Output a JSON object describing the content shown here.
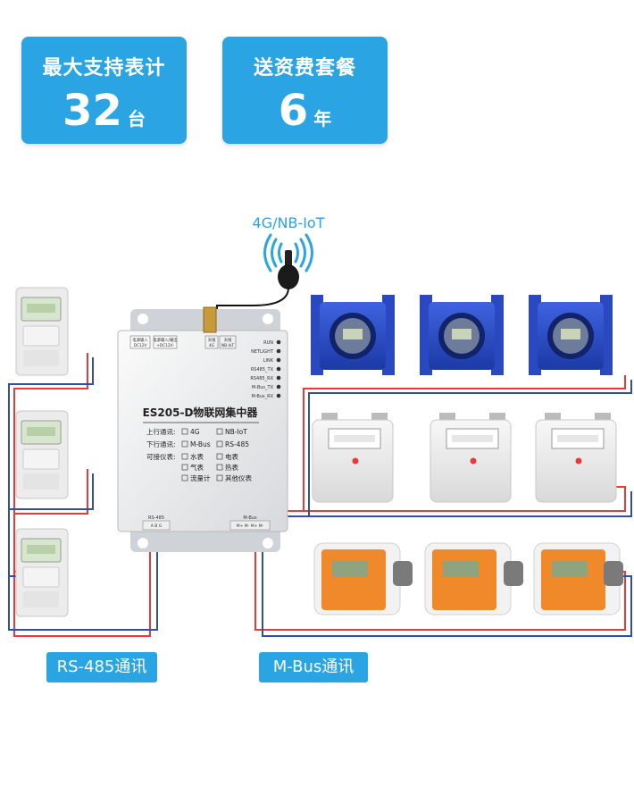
{
  "badges": [
    {
      "title": "最大支持表计",
      "value": "32",
      "unit": "台"
    },
    {
      "title": "送资费套餐",
      "value": "6",
      "unit": "年"
    }
  ],
  "antenna_label": "4G/NB-IoT",
  "device": {
    "name": "ES205-D物联网集中器",
    "ports": [
      "电源输入\nDC12V",
      "电源输入/输出\n+DC12V-",
      "天线\n4G",
      "天线\nNB-IoT"
    ],
    "leds": [
      "RUN",
      "NETLIGHT",
      "LINK",
      "RS485_TX",
      "RS485_RX",
      "M-Bus_TX",
      "M-Bus_RX"
    ],
    "uplink_label": "上行通讯:",
    "uplink": [
      "4G",
      "NB-IoT"
    ],
    "downlink_label": "下行通讯:",
    "downlink": [
      "M-Bus",
      "RS-485"
    ],
    "meters_label": "可接仪表:",
    "meters": [
      "水表",
      "电表",
      "气表",
      "热表",
      "流量计",
      "其他仪表"
    ],
    "rs485_port": "RS-485",
    "rs485_pins": "A B G",
    "mbus_port": "M-Bus",
    "mbus_pins": "M+ M- M+ M-"
  },
  "tags": {
    "rs485": "RS-485通讯",
    "mbus": "M-Bus通讯"
  },
  "colors": {
    "accent": "#2aa4e3",
    "wire_red": "#e83a3a",
    "wire_blue": "#2f4fa8"
  }
}
